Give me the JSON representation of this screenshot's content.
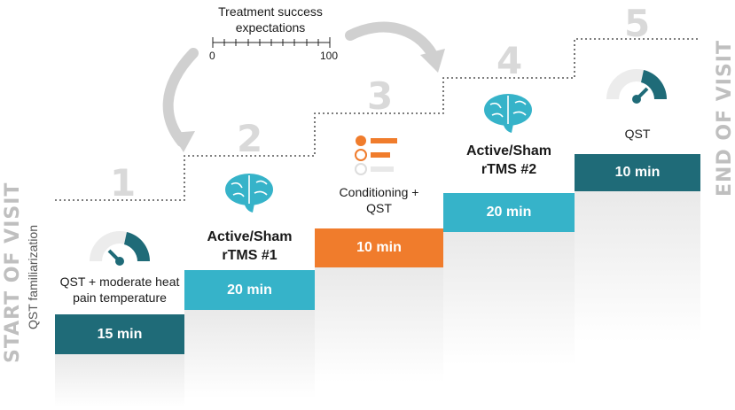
{
  "expectations": {
    "title": "Treatment success\nexpectations",
    "scale_min": "0",
    "scale_max": "100"
  },
  "side": {
    "start": "START OF VISIT",
    "start_sub": "QST familiarization",
    "end": "END OF VISIT"
  },
  "steps": [
    {
      "number": "1",
      "label": "QST + moderate heat\npain temperature",
      "duration": "15 min"
    },
    {
      "number": "2",
      "label": "Active/Sham\nrTMS #1",
      "duration": "20 min"
    },
    {
      "number": "3",
      "label": "Conditioning +\nQST",
      "duration": "10 min"
    },
    {
      "number": "4",
      "label": "Active/Sham\nrTMS #2",
      "duration": "20 min"
    },
    {
      "number": "5",
      "label": "QST",
      "duration": "10 min"
    }
  ],
  "colors": {
    "teal_dark": "#1f6b78",
    "teal_light": "#36b3c9",
    "orange": "#f07c2c",
    "step_number_gray": "#d9d9d9"
  },
  "icons": {
    "step1": "pain-gauge-icon",
    "step2": "brain-icon",
    "step3": "rating-list-icon",
    "step4": "brain-icon",
    "step5": "pain-gauge-icon"
  }
}
